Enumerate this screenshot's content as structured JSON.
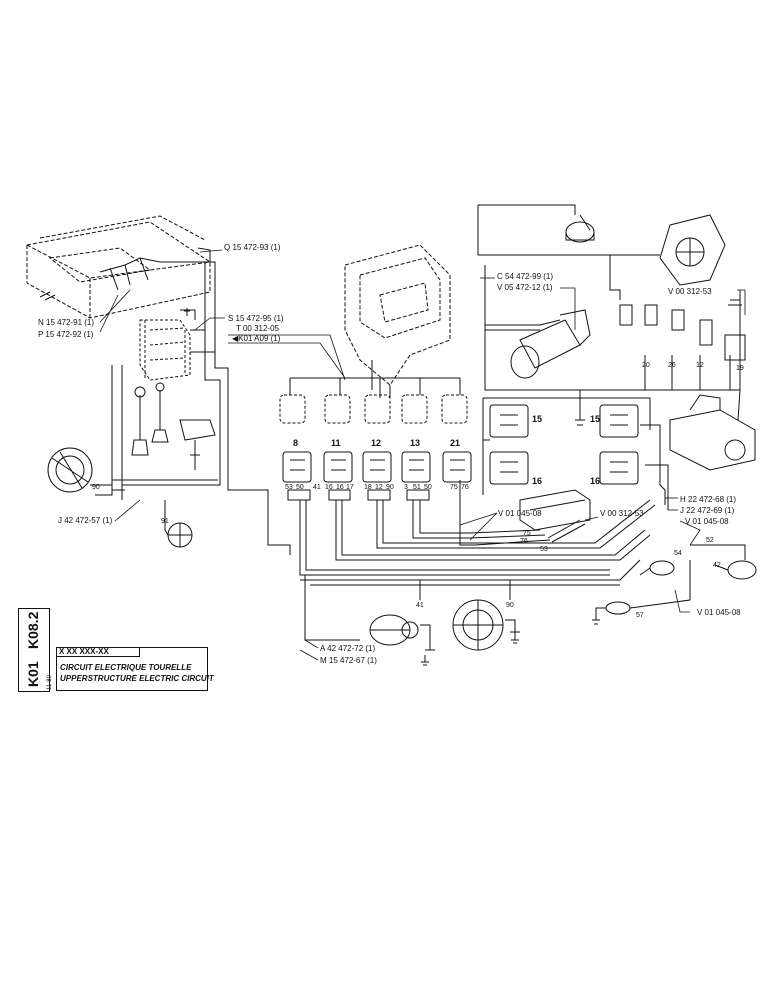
{
  "title_block": {
    "ref": "X XX XXX-XX",
    "title_fr": "CIRCUIT ELECTRIQUE TOURELLE",
    "title_en": "UPPERSTRUCTURE ELECTRIC CIRCUIT",
    "page_code_1": "K01",
    "page_code_2": "K08.2",
    "date": "11-80"
  },
  "callouts": {
    "q": "Q 15 472-93 (1)",
    "n": "N 15 472-91 (1)",
    "p": "P 15 472-92 (1)",
    "s": "S 15 472-95 (1)",
    "t": "T 00 312-05",
    "k": "K01 A09 (1)",
    "c": "C 54 472-99 (1)",
    "v05": "V 05 472-12 (1)",
    "v00a": "V 00 312-53",
    "j42": "J 42 472-57 (1)",
    "v01a": "V 01 045-08",
    "v00b": "V 00 312-53",
    "h22": "H 22 472-68 (1)",
    "j22": "J 22 472-69 (1)",
    "v01b": "V 01 045-08",
    "v01c": "V 01 045-08",
    "a42": "A 42 472-72 (1)",
    "m15": "M 15 472-67 (1)"
  },
  "connectors": [
    "8",
    "11",
    "12",
    "13",
    "21"
  ],
  "connectors_right": {
    "top_left": "15",
    "top_right": "15",
    "bottom_left": "16",
    "bottom_right": "16"
  },
  "wire_numbers": {
    "w8a": "53",
    "w8b": "50",
    "w8c": "41",
    "w11a": "16",
    "w11b": "16",
    "w11c": "17",
    "w12a": "18",
    "w12b": "12",
    "w12c": "90",
    "w13a": "3",
    "w13b": "51",
    "w13c": "50",
    "w21a": "75",
    "w21b": "76",
    "b41": "41",
    "b90": "90",
    "j91": "91",
    "j90": "90",
    "r20": "20",
    "r26": "26",
    "r12": "12",
    "r19": "19",
    "m75": "75",
    "m76": "76",
    "m53": "53",
    "r52": "52",
    "r57": "57",
    "r42": "42",
    "r54": "54"
  }
}
